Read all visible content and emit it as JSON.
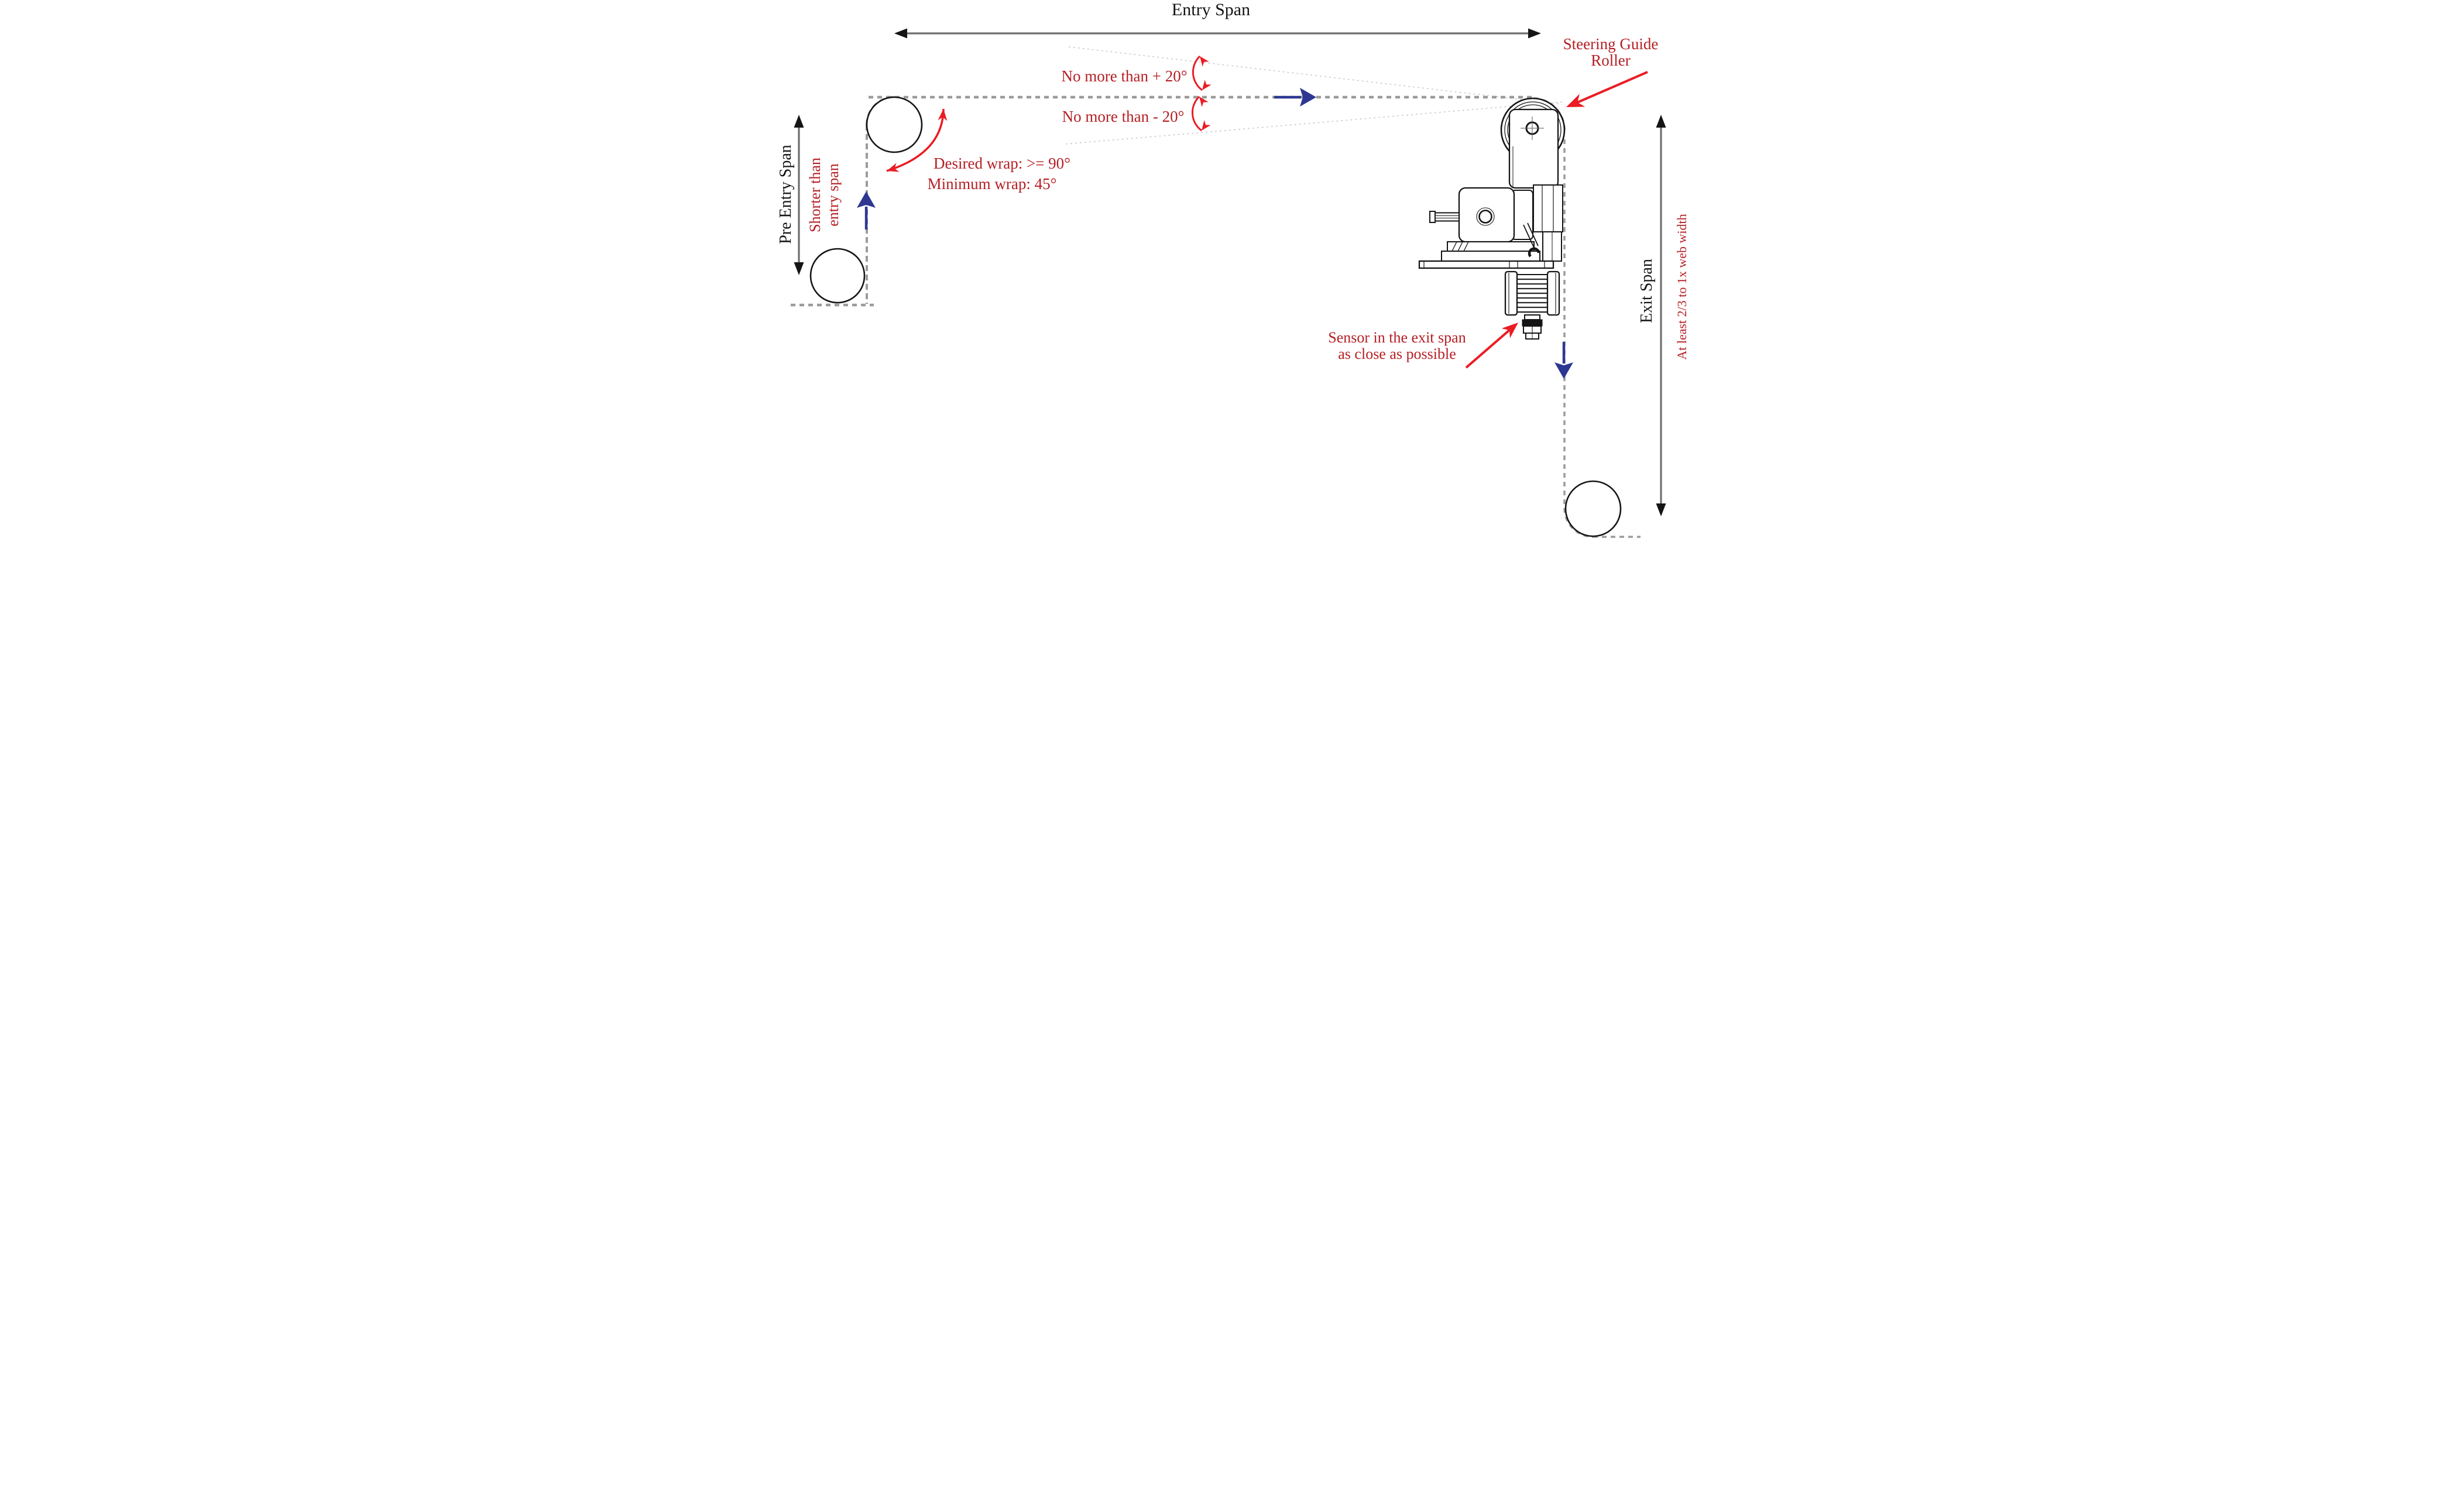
{
  "diagram": {
    "title": "Entry Span",
    "spans": {
      "entry": "Entry Span",
      "pre_entry": "Pre Entry Span",
      "exit": "Exit Span"
    },
    "constraints": {
      "angle_plus": "No more than + 20°",
      "angle_minus": "No more than - 20°",
      "desired_wrap": "Desired wrap: >= 90°",
      "minimum_wrap": "Minimum wrap: 45°",
      "pre_entry_note_line1": "Shorter than",
      "pre_entry_note_line2": "entry span",
      "exit_note": "At least 2/3 to 1x web width",
      "sensor_note_line1": "Sensor in the exit span",
      "sensor_note_line2": "as close as possible"
    },
    "components": {
      "steering_roller_label_line1": "Steering Guide",
      "steering_roller_label_line2": "Roller"
    },
    "colors": {
      "annotation_red_text": "#b51f24",
      "pointer_red": "#ea1c24",
      "web_direction_blue": "#2d3792",
      "dimension_gray": "#6e6e6e",
      "web_path_gray": "#9b9b9b",
      "faint_guide_gray": "#cccccc",
      "drawing_black": "#151515"
    }
  }
}
